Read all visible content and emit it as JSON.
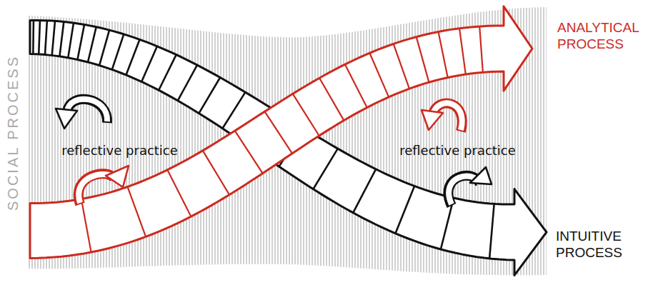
{
  "diagram": {
    "nodes": [
      {
        "text": [
          "SOCIAL PROCESS"
        ]
      },
      {
        "text": [
          "ANALYTICAL PROCESS"
        ],
        "in": 0
      },
      {
        "text": [
          "INTUITIVE PROCESS"
        ],
        "in": 0
      }
    ],
    "labels": [
      "reflective practice",
      "reflective practice"
    ]
  }
}
